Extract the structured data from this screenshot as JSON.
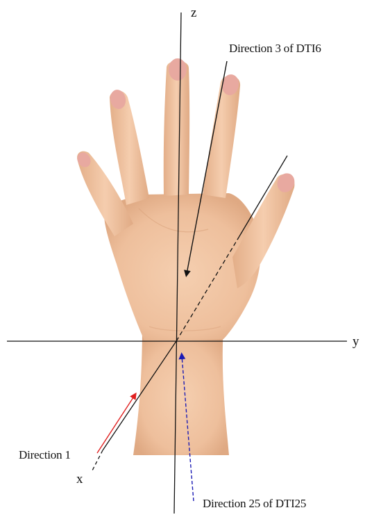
{
  "axes": {
    "x_label": "x",
    "y_label": "y",
    "z_label": "z"
  },
  "annotations": {
    "direction_3": "Direction 3 of DTI6",
    "direction_1": "Direction 1",
    "direction_25": "Direction 25 of DTI25"
  },
  "colors": {
    "skin": "#f2c4a2",
    "skin_shadow": "#d9a27c",
    "nail": "#e8a9a0",
    "axis": "#111111",
    "direction_3_arrow": "#111111",
    "direction_1_arrow": "#e02020",
    "direction_25_arrow": "#1a1ab4"
  },
  "icons": {
    "hand": "open-hand-palm-icon"
  }
}
